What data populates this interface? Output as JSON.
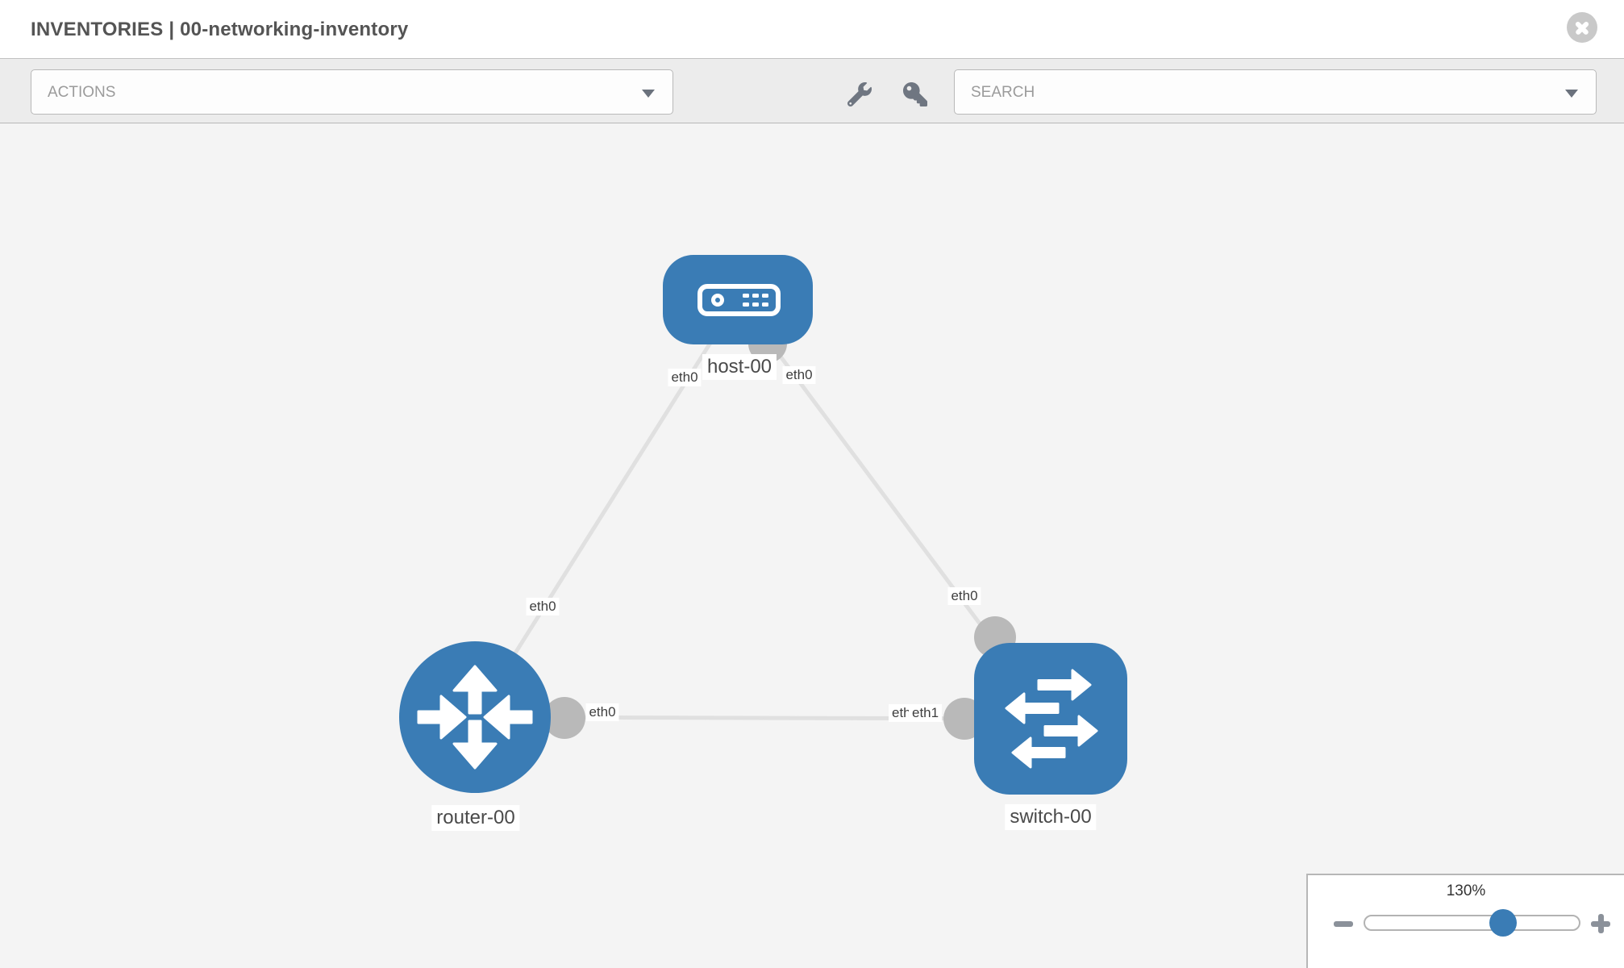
{
  "header": {
    "title": "INVENTORIES | 00-networking-inventory",
    "close_icon": "x-circle-icon"
  },
  "toolbar": {
    "actions": {
      "placeholder": "ACTIONS",
      "caret_icon": "caret-down-icon"
    },
    "tools": [
      {
        "icon": "wrench-icon"
      },
      {
        "icon": "key-icon"
      }
    ],
    "search": {
      "placeholder": "SEARCH",
      "caret_icon": "caret-down-icon"
    }
  },
  "topology": {
    "nodes": [
      {
        "label": "host-00",
        "type": "host",
        "icon": "host-icon"
      },
      {
        "label": "router-00",
        "type": "router",
        "icon": "router-icon"
      },
      {
        "label": "switch-00",
        "type": "switch",
        "icon": "switch-icon"
      }
    ],
    "links": [
      {
        "from": "host-00",
        "to": "router-00",
        "from_interface": "eth0",
        "to_interface": "eth0"
      },
      {
        "from": "host-00",
        "to": "switch-00",
        "from_interface": "eth0",
        "to_interface": "eth0"
      },
      {
        "from": "router-00",
        "to": "switch-00",
        "from_interface": "eth0",
        "to_interface": "eth1",
        "to_interface_occluded": "eth0"
      }
    ]
  },
  "zoom_control": {
    "level": "130%",
    "minus_icon": "minus-icon",
    "plus_icon": "plus-icon"
  },
  "colors": {
    "node_blue": "#3a7cb5",
    "link_gray": "#e0e0e0",
    "endpoint_gray": "#b9b9b9",
    "canvas_bg": "#f4f4f4",
    "toolbar_bg": "#ececec",
    "icon_slate": "#6f7681",
    "close_gray": "#c9c9c9"
  }
}
